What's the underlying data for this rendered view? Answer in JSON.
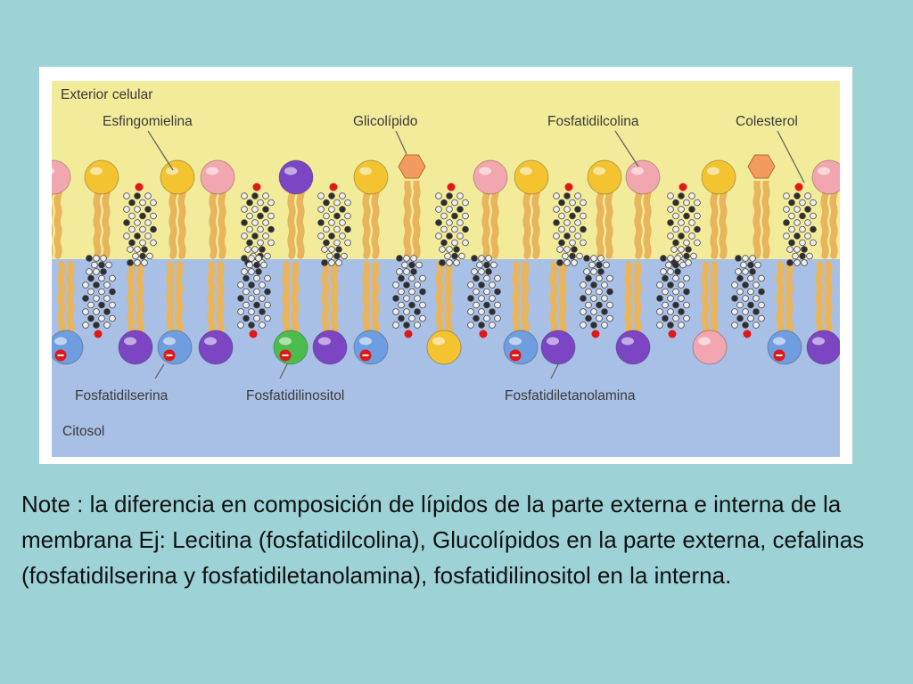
{
  "diagram": {
    "regions": {
      "exterior": "Exterior celular",
      "cytosol": "Citosol"
    },
    "labels": {
      "sphingomyelin": "Esfingomielina",
      "glycolipid": "Glicolípido",
      "phosphatidylcholine": "Fosfatidilcolina",
      "cholesterol": "Colesterol",
      "phosphatidylserine": "Fosfatidilserina",
      "phosphatidylinositol": "Fosfatidilinositol",
      "phosphatidylethanolamine": "Fosfatidiletanolamina"
    },
    "colors": {
      "exterior": "#f2ec9a",
      "cytosol": "#a9c0e6",
      "tails": "#e8b45c",
      "sphingomyelin": "#f3c330",
      "glycolipid": "#f39b5e",
      "phosphatidylcholine": "#f2a6b0",
      "phosphatidylserine": "#6e9ee0",
      "phosphatidylinositol": "#4cbd4c",
      "phosphatidylethanolamine": "#7b45c4",
      "negative_charge": "#e01818"
    }
  },
  "note": "Note : la diferencia en composición de  lípidos de la parte externa e interna de la membrana Ej: Lecitina  (fosfatidilcolina), Glucolípidos en la parte externa, cefalinas (fosfatidilserina y fosfatidiletanolamina), fosfatidilinositol en la interna."
}
